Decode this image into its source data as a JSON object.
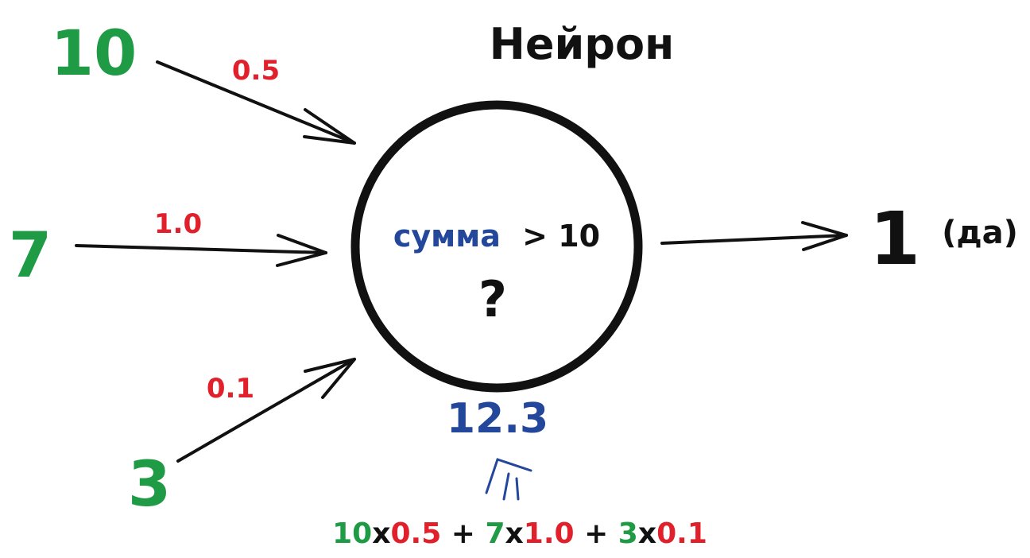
{
  "title": "Нейрон",
  "inputs": [
    {
      "value": "10",
      "weight": "0.5"
    },
    {
      "value": "7",
      "weight": "1.0"
    },
    {
      "value": "3",
      "weight": "0.1"
    }
  ],
  "neuron": {
    "condition_word": "сумма",
    "condition_rest": "> 10",
    "question": "?"
  },
  "output": {
    "value": "1",
    "note": "(да)"
  },
  "sum": {
    "result": "12.3",
    "formula": [
      {
        "text": "10",
        "kind": "input"
      },
      {
        "text": "x",
        "kind": "op"
      },
      {
        "text": "0.5",
        "kind": "weight"
      },
      {
        "text": " + ",
        "kind": "op"
      },
      {
        "text": "7",
        "kind": "input"
      },
      {
        "text": "x",
        "kind": "op"
      },
      {
        "text": "1.0",
        "kind": "weight"
      },
      {
        "text": " + ",
        "kind": "op"
      },
      {
        "text": "3",
        "kind": "input"
      },
      {
        "text": "x",
        "kind": "op"
      },
      {
        "text": "0.1",
        "kind": "weight"
      }
    ]
  },
  "colors": {
    "input": "#1f9a45",
    "weight": "#e0202a",
    "sum": "#23479b",
    "ink": "#111111"
  }
}
